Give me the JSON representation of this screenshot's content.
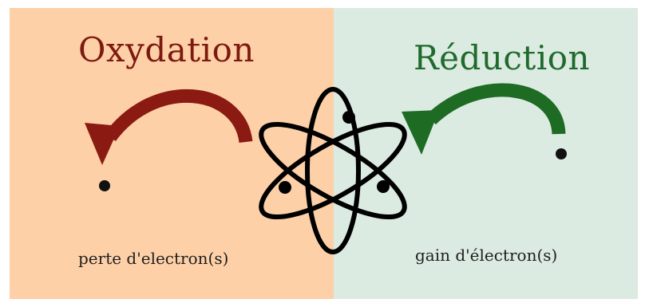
{
  "left": {
    "title": "Oxydation",
    "caption": "perte d'electron(s)",
    "background_color": "#fdd0a8",
    "accent_color": "#7d1a10"
  },
  "right": {
    "title": "Réduction",
    "caption": "gain d'électron(s)",
    "background_color": "#dcebe2",
    "accent_color": "#1f6a2c"
  },
  "icons": [
    "curved-arrow-left-icon",
    "curved-arrow-right-icon",
    "atom-icon",
    "electron-dot-icon"
  ]
}
